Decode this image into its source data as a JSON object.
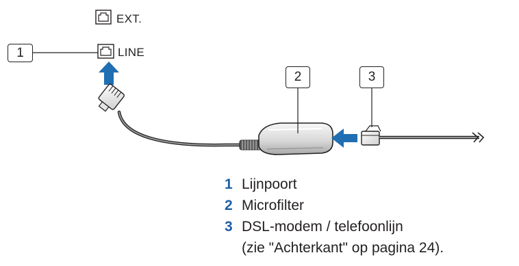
{
  "ports": {
    "ext_label": "EXT.",
    "line_label": "LINE"
  },
  "callouts": [
    "1",
    "2",
    "3"
  ],
  "legend": [
    {
      "number": "1",
      "text": "Lijnpoort"
    },
    {
      "number": "2",
      "text": "Microfilter"
    },
    {
      "number": "3",
      "text": "DSL-modem / telefoonlijn",
      "note": "(zie \"Achterkant\" op pagina 24)."
    }
  ],
  "colors": {
    "arrow": "#1f6fb2",
    "line": "#231f20",
    "accent_number": "#1f5fa6"
  }
}
